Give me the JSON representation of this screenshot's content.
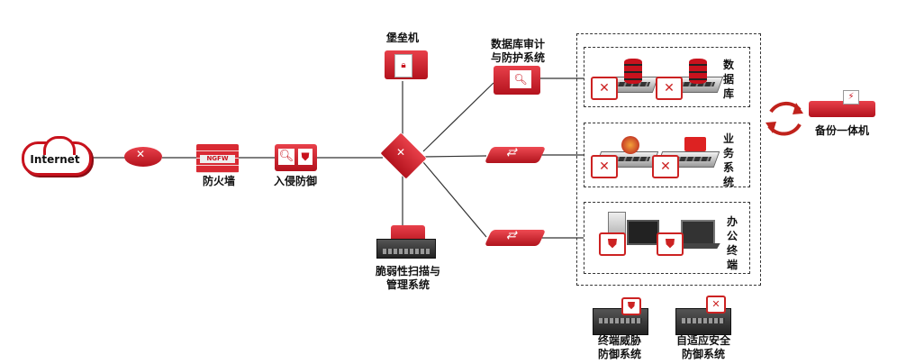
{
  "nodes": {
    "internet": "Internet",
    "firewall": "防火墙",
    "firewall_badge": "NGFW",
    "ips": "入侵防御",
    "bastion": "堡垒机",
    "vuln_scan_line1": "脆弱性扫描与",
    "vuln_scan_line2": "管理系统",
    "db_audit_line1": "数据库审计",
    "db_audit_line2": "与防护系统",
    "backup": "备份一体机",
    "endpoint_line1": "终端威胁",
    "endpoint_line2": "防御系统",
    "adaptive_line1": "自适应安全",
    "adaptive_line2": "防御系统"
  },
  "zones": {
    "database": "数据库",
    "business": "业务系统",
    "office": "办公终端"
  },
  "colors": {
    "accent": "#c8121d",
    "line": "#333333"
  }
}
